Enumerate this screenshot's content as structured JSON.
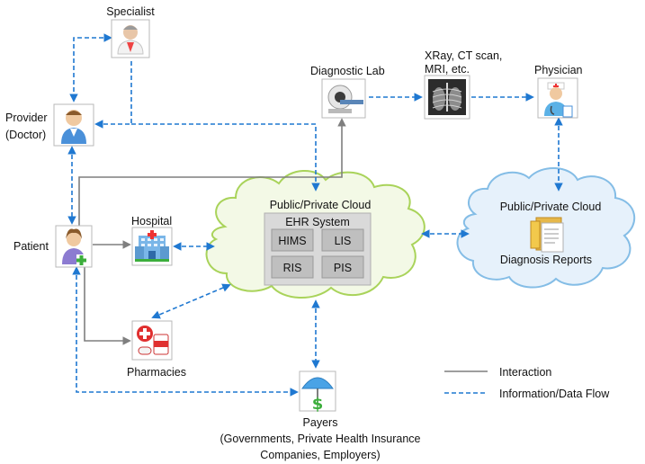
{
  "nodes": {
    "specialist": "Specialist",
    "provider": [
      "Provider",
      "(Doctor)"
    ],
    "patient": "Patient",
    "hospital": "Hospital",
    "pharmacies": "Pharmacies",
    "diagnostic_lab": "Diagnostic Lab",
    "imaging": [
      "XRay, CT scan,",
      "MRI, etc."
    ],
    "physician": "Physician",
    "payers": [
      "Payers",
      "(Governments, Private Health Insurance",
      "Companies, Employers)"
    ]
  },
  "cloud_main": {
    "title": "Public/Private Cloud",
    "ehr_title": "EHR System",
    "modules": [
      "HIMS",
      "LIS",
      "RIS",
      "PIS"
    ]
  },
  "cloud_reports": {
    "title": "Public/Private Cloud",
    "caption": "Diagnosis Reports"
  },
  "legend": {
    "interaction": "Interaction",
    "info_flow": "Information/Data Flow"
  },
  "colors": {
    "flow": "#1f78d1",
    "interaction": "#7f7f7f",
    "cloud_main_border": "#a9d35a",
    "cloud_reports_border": "#84bde6"
  }
}
